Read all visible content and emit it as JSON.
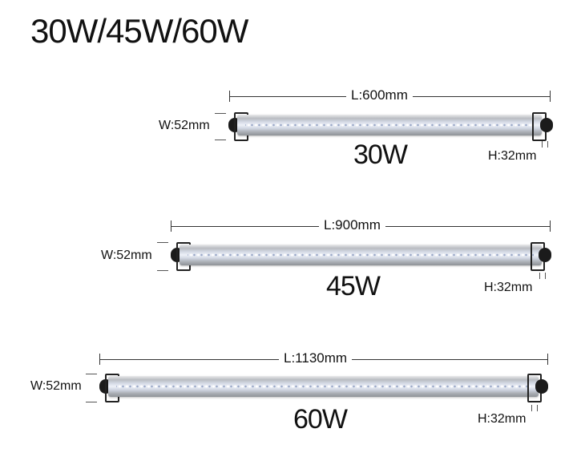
{
  "title": "30W/45W/60W",
  "fixtures": [
    {
      "length": "L:600mm",
      "width": "W:52mm",
      "height": "H:32mm",
      "wattage": "30W"
    },
    {
      "length": "L:900mm",
      "width": "W:52mm",
      "height": "H:32mm",
      "wattage": "45W"
    },
    {
      "length": "L:1130mm",
      "width": "W:52mm",
      "height": "H:32mm",
      "wattage": "60W"
    }
  ]
}
